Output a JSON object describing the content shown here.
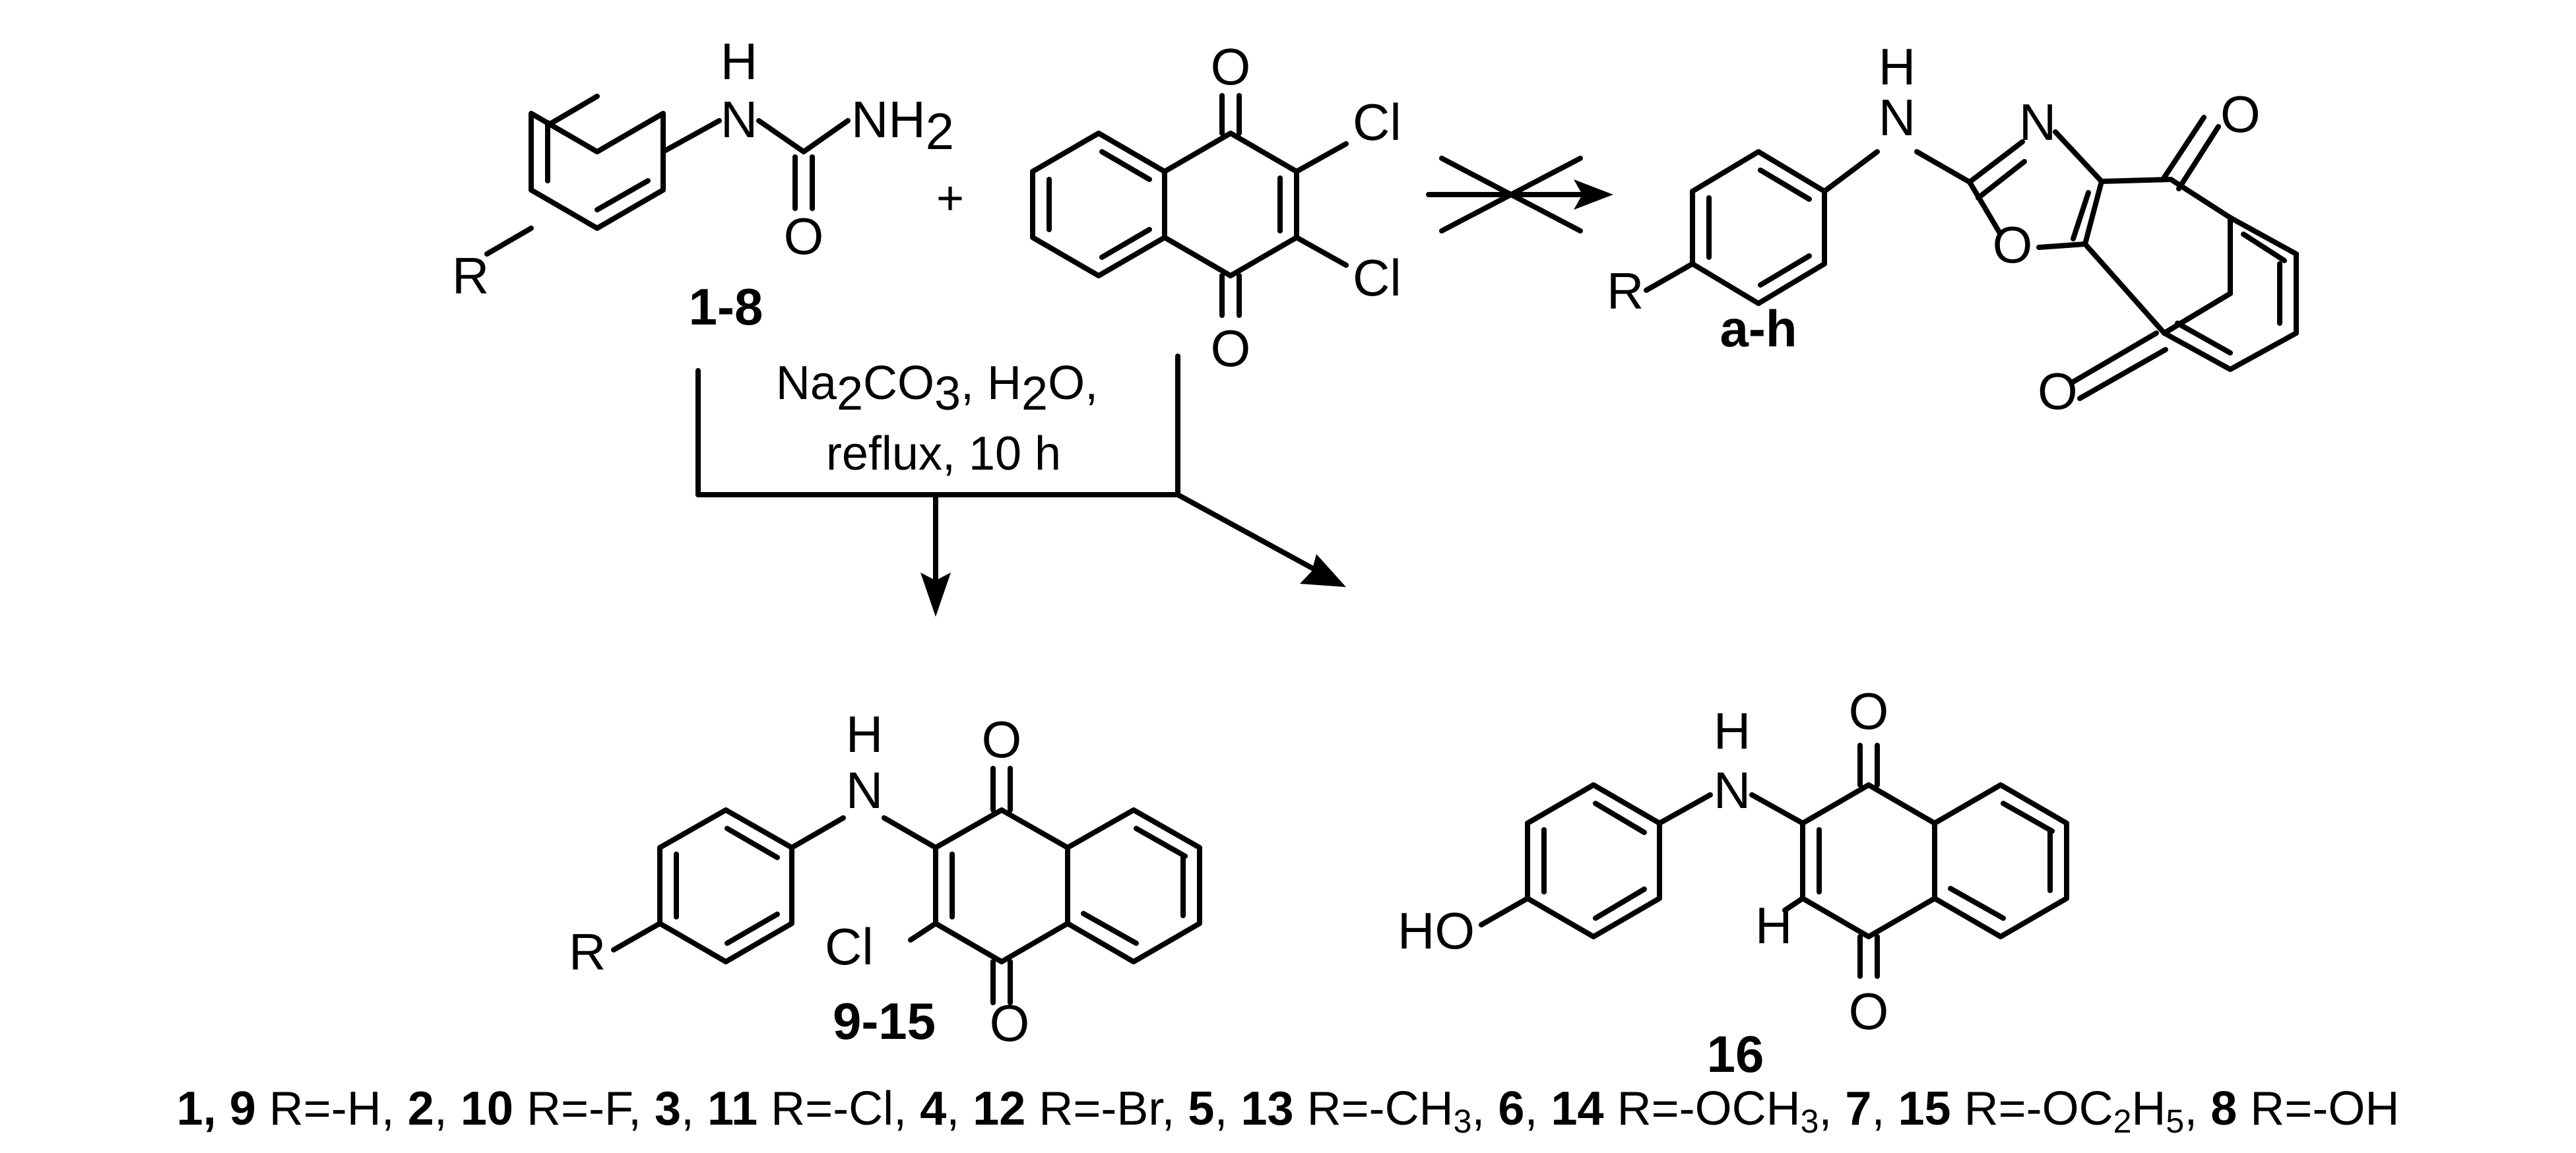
{
  "reactant_urea": {
    "atoms": {
      "H": "H",
      "N": "N",
      "NH": "NH",
      "NH_sub": "2",
      "O": "O",
      "R": "R"
    },
    "compound_label": "1-8"
  },
  "plus_sign": "+",
  "reactant_quinone": {
    "atoms": {
      "O_top": "O",
      "O_bottom": "O",
      "Cl_top": "Cl",
      "Cl_bottom": "Cl"
    }
  },
  "blocked_product": {
    "atoms": {
      "H": "H",
      "N_amine": "N",
      "N_ring": "N",
      "O_ring": "O",
      "O_top": "O",
      "O_bottom": "O",
      "R": "R"
    },
    "compound_label": "a-h"
  },
  "conditions": {
    "line1": [
      "Na",
      "2",
      "CO",
      "3",
      ", H",
      "2",
      "O,"
    ],
    "line2": "reflux, 10 h"
  },
  "product_chloro": {
    "atoms": {
      "H": "H",
      "N": "N",
      "O_top": "O",
      "O_bottom": "O",
      "Cl": "Cl",
      "R": "R"
    },
    "compound_label": "9-15"
  },
  "product_hydroxy": {
    "atoms": {
      "H_top": "H",
      "N": "N",
      "O_top": "O",
      "O_bottom": "O",
      "H_ring": "H",
      "HO": "HO"
    },
    "compound_label": "16"
  },
  "legend": [
    {
      "ids": "1, 9",
      "text": " R=-H, "
    },
    {
      "ids": "2",
      "text": ", "
    },
    {
      "ids": "10",
      "text": " R=-F, "
    },
    {
      "ids": "3",
      "text": ", "
    },
    {
      "ids": "11",
      "text": " R=-Cl, "
    },
    {
      "ids": "4",
      "text": ", "
    },
    {
      "ids": "12",
      "text": " R=-Br, "
    },
    {
      "ids": "5",
      "text": ", "
    },
    {
      "ids": "13",
      "text": " R=-CH",
      "sub": "3",
      "tail": ", "
    },
    {
      "ids": "6",
      "text": ", "
    },
    {
      "ids": "14",
      "text": " R=-OCH",
      "sub": "3",
      "tail": ", "
    },
    {
      "ids": "7",
      "text": ", "
    },
    {
      "ids": "15",
      "text": " R=-OC",
      "sub": "2",
      "tail2": "H",
      "sub2": "5",
      "tail": ", "
    },
    {
      "ids": "8",
      "text": "  R=-OH"
    }
  ]
}
